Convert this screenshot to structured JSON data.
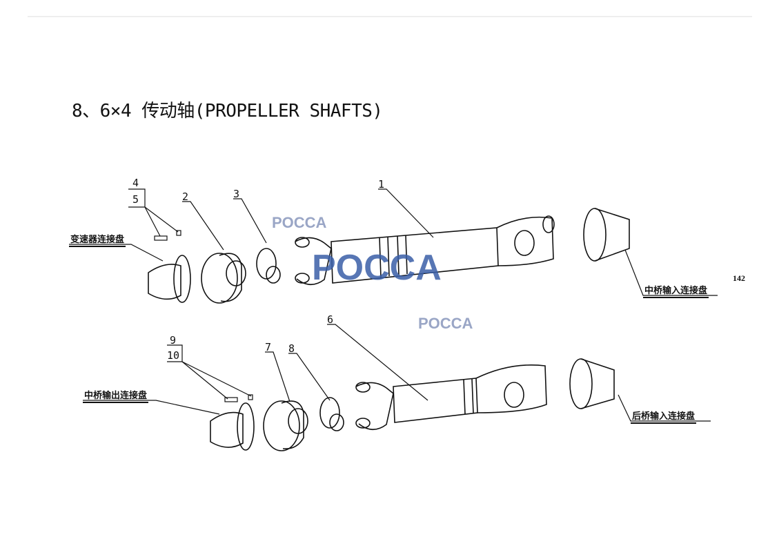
{
  "title": "8、6×4 传动轴(PROPELLER SHAFTS)",
  "page_number": "142",
  "callouts": {
    "n1": "1",
    "n2": "2",
    "n3": "3",
    "n4": "4",
    "n5": "5",
    "n6": "6",
    "n7": "7",
    "n8": "8",
    "n9": "9",
    "n10": "10"
  },
  "labels": {
    "gearbox_flange": "变速器连接盘",
    "mid_axle_input_flange": "中桥输入连接盘",
    "mid_axle_output_flange": "中桥输出连接盘",
    "rear_axle_input_flange": "后桥输入连接盘"
  },
  "watermark": "POCCA",
  "colors": {
    "watermark_main": "#3a5fa8",
    "watermark_light": "#9aa6c6"
  }
}
